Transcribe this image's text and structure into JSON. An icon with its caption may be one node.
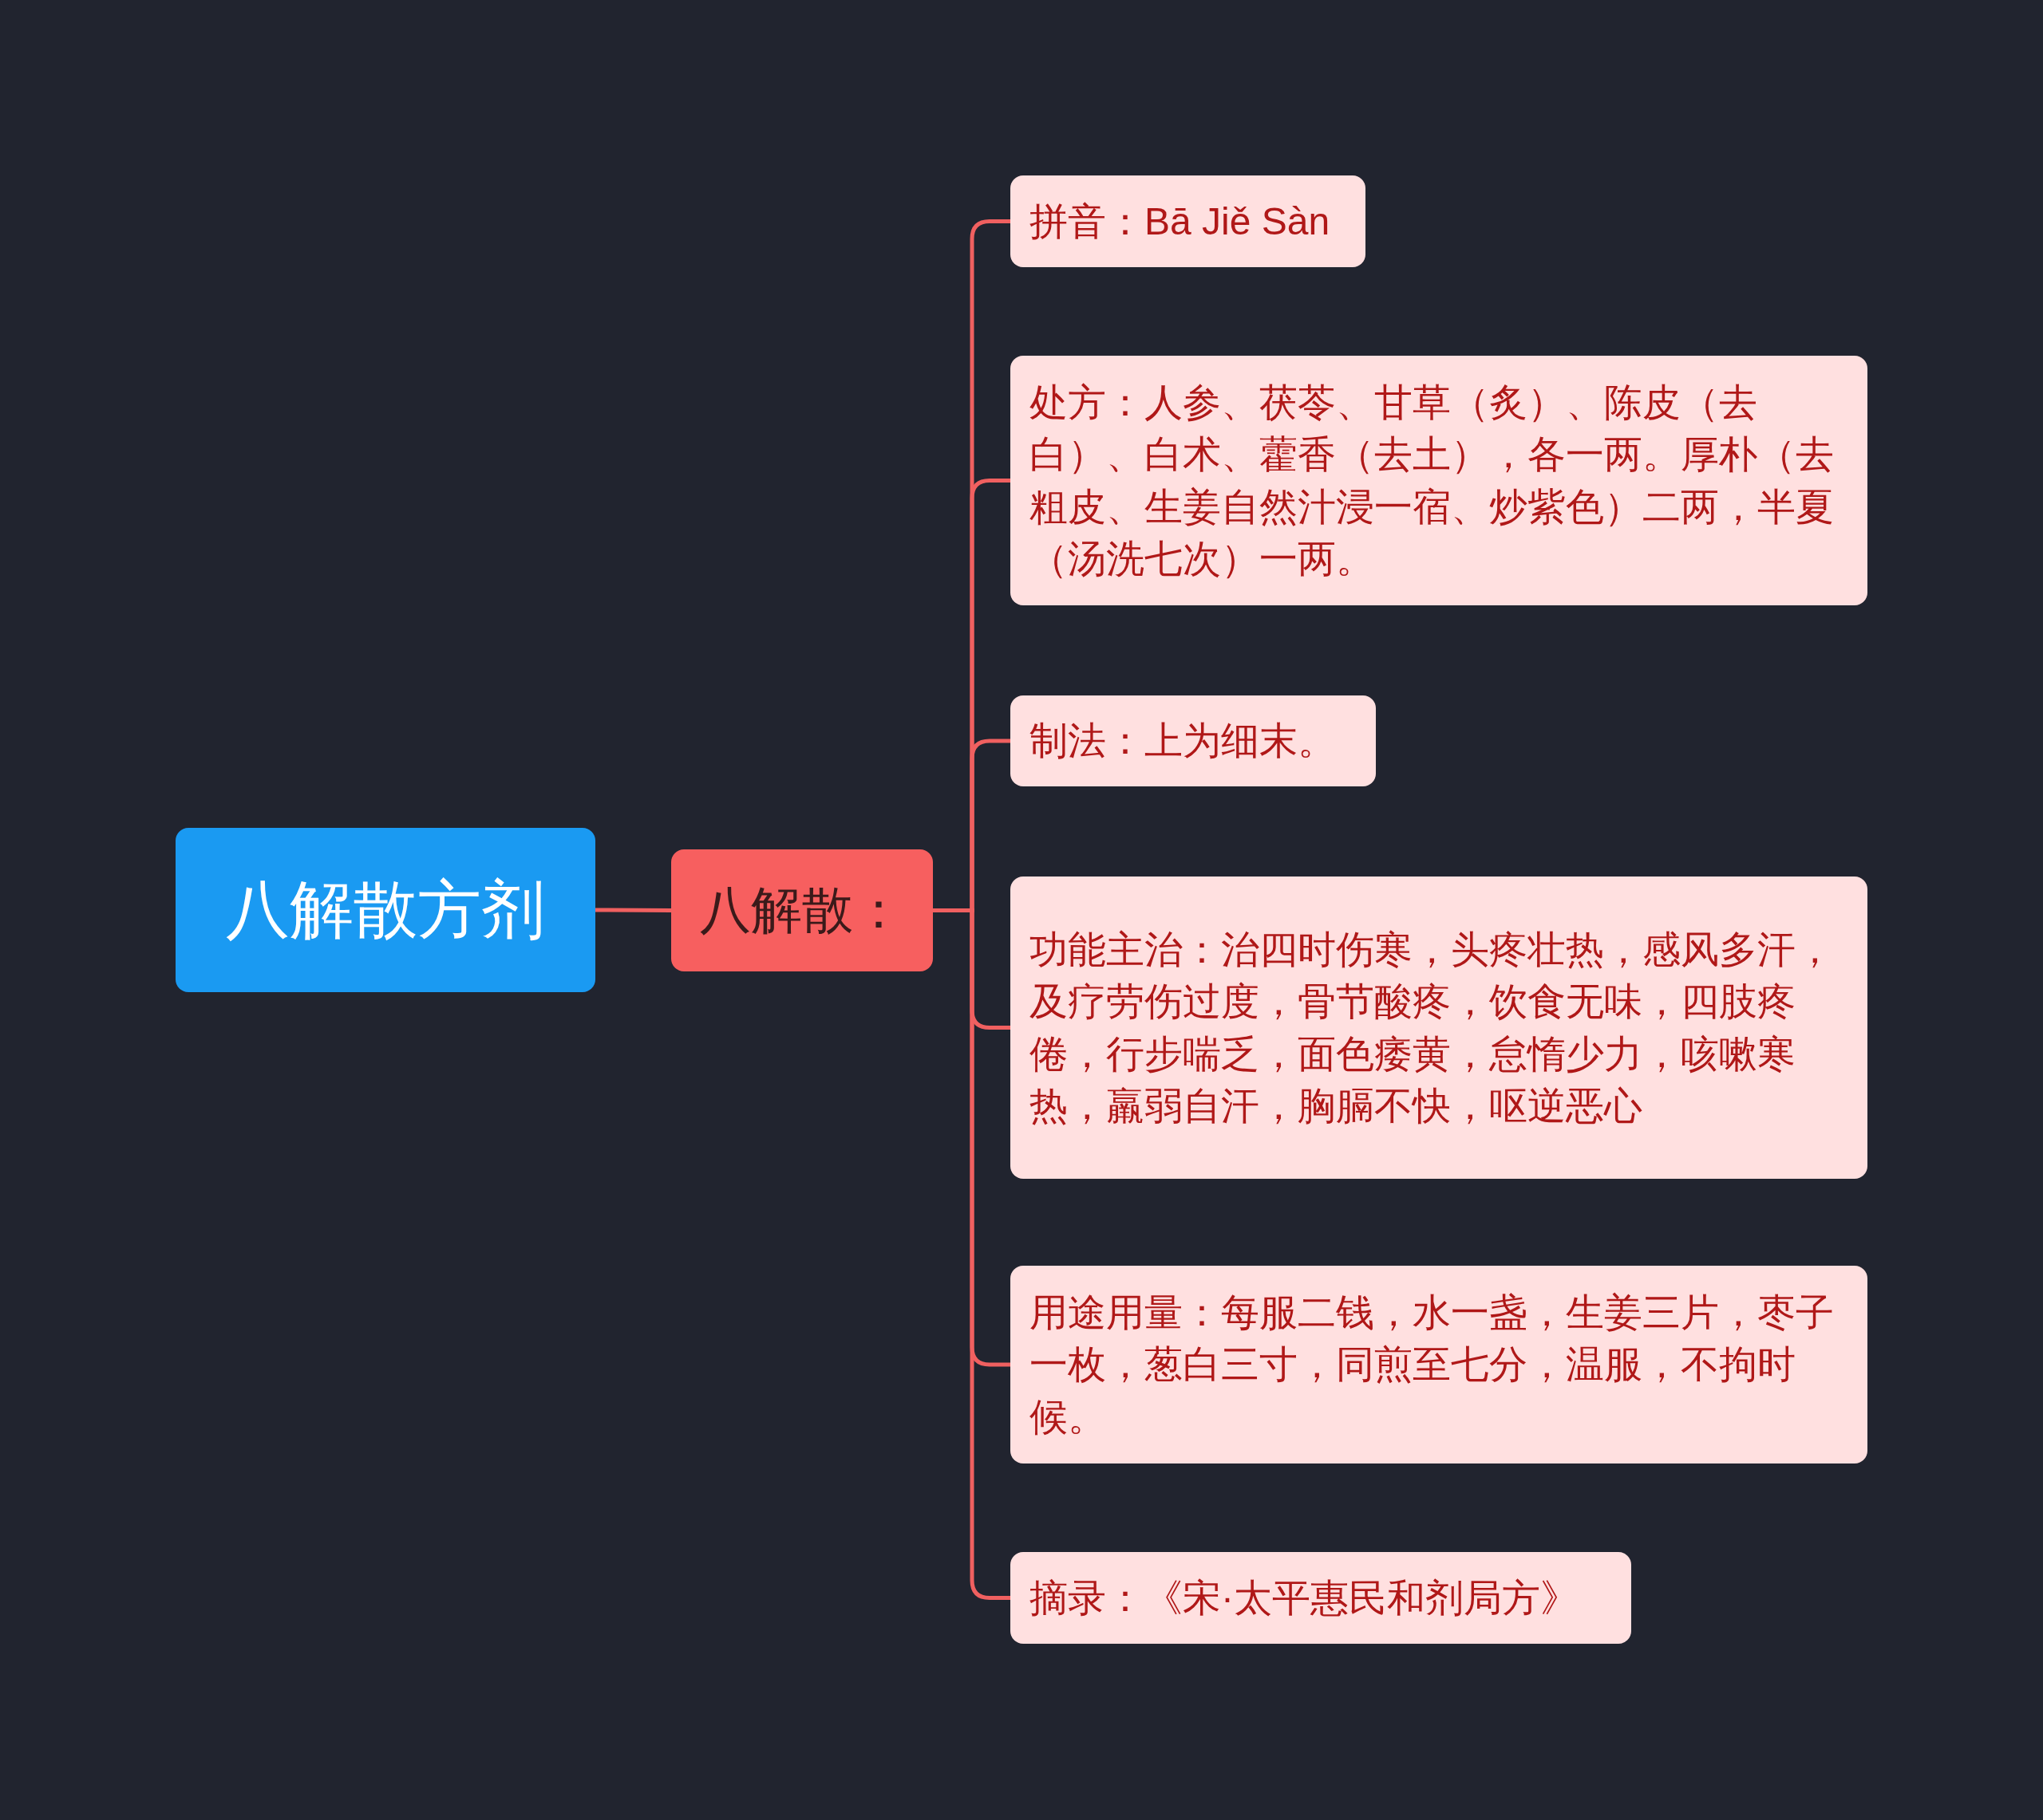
{
  "diagram": {
    "nodes": [
      {
        "text": [
          "八解散方剂"
        ]
      },
      {
        "text": [
          "八解散："
        ]
      },
      {
        "text": [
          "拼音：Bā Jiě Sàn"
        ]
      },
      {
        "text": [
          "处方：人参、茯苓、甘草（炙）、陈皮（去白）、白术、藿香（去土），各一两。厚朴（去粗皮、生姜自然汁浸一宿、炒紫色）二两，半夏（汤洗七次）一两。"
        ]
      },
      {
        "text": [
          "制法：上为细末。"
        ]
      },
      {
        "text": [
          "功能主治：治四时伤寒，头疼壮热，感风多汗，及疗劳伤过度，骨节酸疼，饮食无味，四肢疼倦，行步喘乏，面色痿黄，怠惰少力，咳嗽寒热，羸弱自汗，胸膈不快，呕逆恶心"
        ]
      },
      {
        "text": [
          "用途用量：每服二钱，水一盏，生姜三片，枣子一枚，葱白三寸，同煎至七分，温服，不拘时候。"
        ]
      },
      {
        "text": [
          "摘录：《宋·太平惠民和剂局方》"
        ]
      }
    ],
    "edges": [
      {
        "from": 0,
        "to": 1,
        "arrow": "none"
      },
      {
        "from": 1,
        "to": 2,
        "arrow": "none"
      },
      {
        "from": 1,
        "to": 3,
        "arrow": "none"
      },
      {
        "from": 1,
        "to": 4,
        "arrow": "none"
      },
      {
        "from": 1,
        "to": 5,
        "arrow": "none"
      },
      {
        "from": 1,
        "to": 6,
        "arrow": "none"
      },
      {
        "from": 1,
        "to": 7,
        "arrow": "none"
      }
    ]
  }
}
